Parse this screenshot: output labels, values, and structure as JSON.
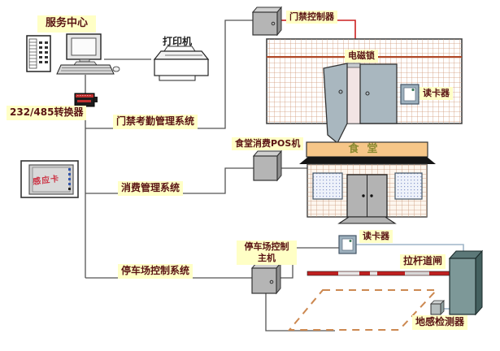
{
  "diagram": {
    "title_context": "security-management-system-topology",
    "labels": {
      "service_center": "服务中心",
      "printer": "打印机",
      "converter": "232/485转换器",
      "access_system": "门禁考勤管理系统",
      "access_controller": "门禁控制器",
      "maglock": "电磁锁",
      "wall_reader": "读卡器",
      "pos_machine": "食堂消费POS机",
      "consume_system": "消费管理系统",
      "canteen_sign": "食堂",
      "parking_host_line1": "停车场控制",
      "parking_host_line2": "主机",
      "parking_system": "停车场控制系统",
      "parking_reader": "读卡器",
      "barrier_gate": "拉杆道闸",
      "loop_detector": "地感检测器",
      "induction_card": "感应卡"
    },
    "colors": {
      "label_bg": "#ffffc6",
      "label_text": "#5a1414",
      "line": "#555555",
      "red_line": "#cc2020",
      "blue_line": "#9fb6c8",
      "wall_grid": "#d09878",
      "wall_band": "#b04828",
      "door": "#a9b7bf",
      "canteen_banner": "#f6c688",
      "canteen_roof": "#151515",
      "barrier_red": "#c02020",
      "cabinet": "#7d9898",
      "dash_loop": "#cc8850",
      "device_gray": "#b5b5b5",
      "card_text": "#cc3344",
      "canteen_sign_text": "#8a8a30"
    }
  }
}
